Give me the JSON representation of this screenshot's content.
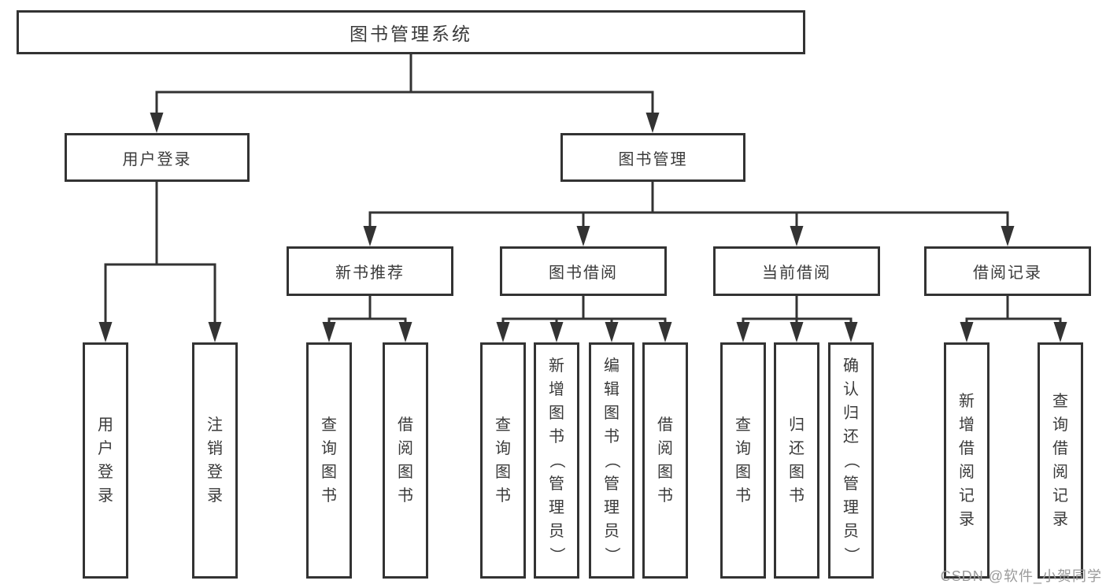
{
  "diagram": {
    "root": {
      "label": "图书管理系统"
    },
    "level2": [
      {
        "label": "用户登录"
      },
      {
        "label": "图书管理"
      }
    ],
    "level3": [
      {
        "label": "新书推荐"
      },
      {
        "label": "图书借阅"
      },
      {
        "label": "当前借阅"
      },
      {
        "label": "借阅记录"
      }
    ],
    "leaves": [
      {
        "group": "用户登录",
        "label": "用户登录"
      },
      {
        "group": "用户登录",
        "label": "注销登录"
      },
      {
        "group": "新书推荐",
        "label": "查询图书"
      },
      {
        "group": "新书推荐",
        "label": "借阅图书"
      },
      {
        "group": "图书借阅",
        "label": "查询图书"
      },
      {
        "group": "图书借阅",
        "label": "新增图书（管理员）"
      },
      {
        "group": "图书借阅",
        "label": "编辑图书（管理员）"
      },
      {
        "group": "图书借阅",
        "label": "借阅图书"
      },
      {
        "group": "当前借阅",
        "label": "查询图书"
      },
      {
        "group": "当前借阅",
        "label": "归还图书"
      },
      {
        "group": "当前借阅",
        "label": "确认归还（管理员）"
      },
      {
        "group": "借阅记录",
        "label": "新增借阅记录"
      },
      {
        "group": "借阅记录",
        "label": "查询借阅记录"
      }
    ],
    "colors": {
      "line": "#333333",
      "border": "#333333",
      "text": "#3a3a3a",
      "background": "#ffffff"
    }
  },
  "watermark": {
    "text": "CSDN @软件_小贺同学",
    "color": "#9a9a9a"
  }
}
